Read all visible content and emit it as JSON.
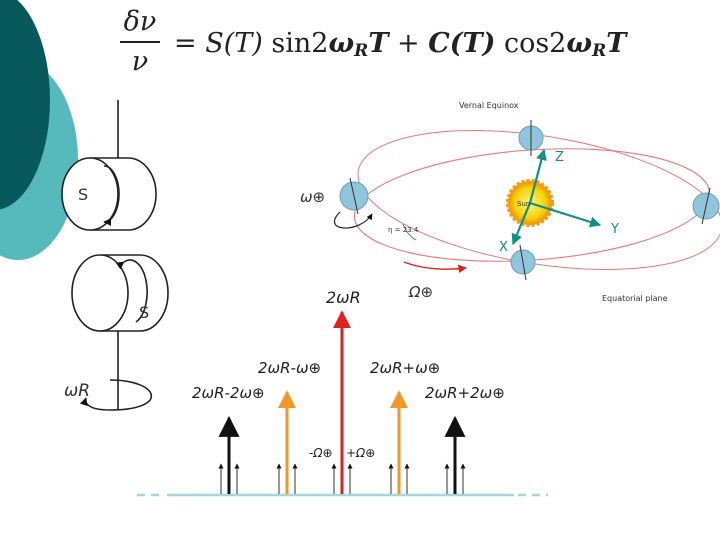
{
  "formula": {
    "lhs_numerator": "δν",
    "lhs_denominator": "ν",
    "equals": "=",
    "term1_coef": "S(T)",
    "term1_func": "sin2",
    "omega": "ω",
    "subscript_R": "R",
    "time": "T",
    "plus": "+",
    "term2_coef": "C(T)",
    "term2_func": "cos2"
  },
  "cavity_labels": {
    "top": "S",
    "bottom": "S",
    "rotation": "ωR"
  },
  "orbit_labels": {
    "vernal_equinox": "Vernal Equinox",
    "sun": "Sun",
    "axis_x": "X",
    "axis_y": "Y",
    "axis_z": "Z",
    "earth_spin": "ω⊕",
    "tilt": "η = 23.4",
    "orbital_rate": "Ω⊕",
    "equatorial_plane": "Equatorial plane"
  },
  "spectrum_labels": {
    "center": "2ωR",
    "inner_left": "2ωR-ω⊕",
    "inner_right": "2ωR+ω⊕",
    "outer_left": "2ωR-2ω⊕",
    "outer_right": "2ωR+2ω⊕",
    "sideband_minus": "-Ω⊕",
    "sideband_plus": "+Ω⊕"
  },
  "colors": {
    "background_teal_dark": "#07595c",
    "background_teal_light": "#56b9bc",
    "center_line": "#e0201d",
    "first_sideband": "#f0962b",
    "second_sideband": "#111111",
    "baseline": "#a5d6da",
    "orbit": "#e27b7b",
    "sun": "#f5d10c",
    "earth": "#8fc6db",
    "axes": "#138f83"
  }
}
